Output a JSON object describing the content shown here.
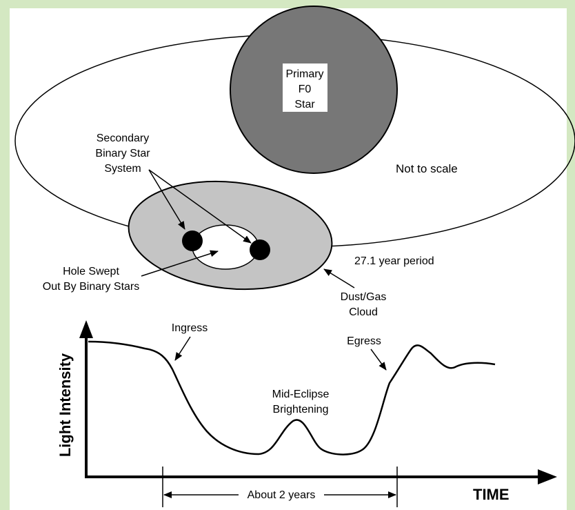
{
  "labels": {
    "primary": [
      "Primary",
      "F0",
      "Star"
    ],
    "secondary": [
      "Secondary",
      "Binary Star",
      "System"
    ],
    "scale_note": "Not to scale",
    "hole": [
      "Hole Swept",
      "Out By Binary Stars"
    ],
    "period": "27.1 year period",
    "cloud": [
      "Dust/Gas",
      "Cloud"
    ],
    "ingress": "Ingress",
    "egress": "Egress",
    "brightening": [
      "Mid-Eclipse",
      "Brightening"
    ],
    "y_axis": "Light Intensity",
    "x_axis": "TIME",
    "span": "About 2 years"
  },
  "colors": {
    "background": "#d4e8c2",
    "primary_star": "#777777",
    "cloud": "#c4c4c4",
    "binary_star": "#000000"
  }
}
